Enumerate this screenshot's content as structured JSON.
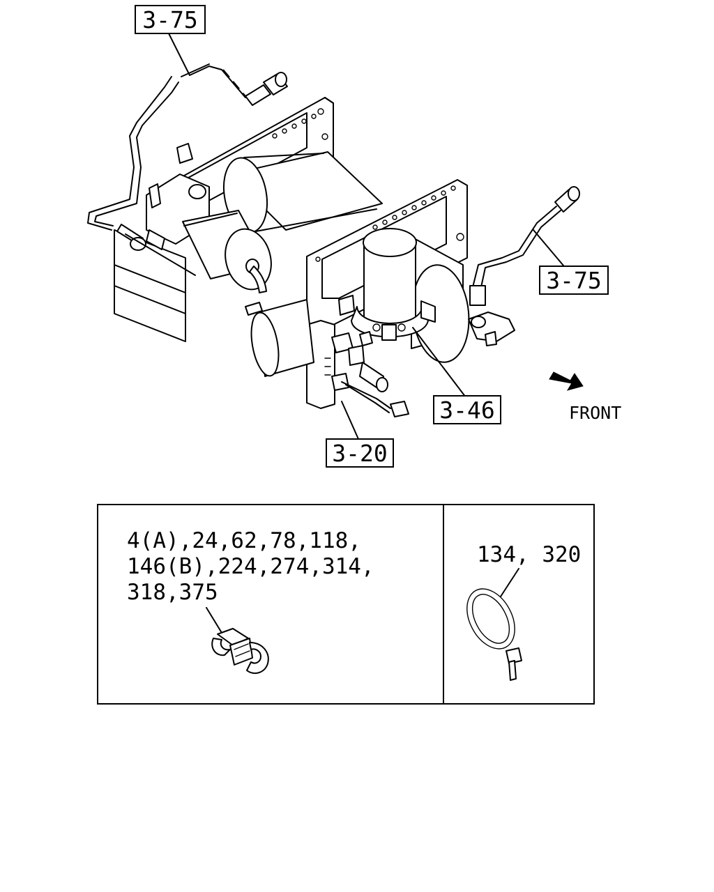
{
  "callouts": {
    "ref_top_left": "3-75",
    "ref_right": "3-75",
    "ref_filter": "3-46",
    "ref_bottom": "3-20"
  },
  "direction_label": "FRONT",
  "legend": {
    "clip_parts": {
      "line1": "4(A),24,62,78,118,",
      "line2": "146(B),224,274,314,",
      "line3": "318,375"
    },
    "tie_parts": "134, 320"
  },
  "icons": {
    "front_arrow": "front-arrow-icon",
    "clip": "hose-clip-icon",
    "cable_tie": "cable-tie-icon"
  }
}
